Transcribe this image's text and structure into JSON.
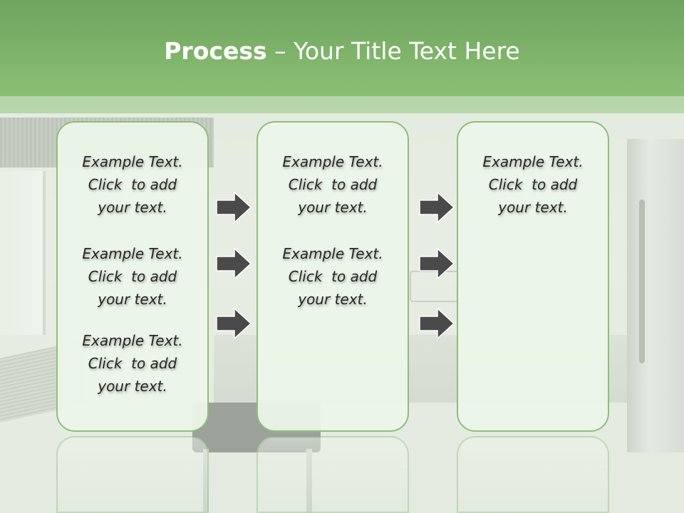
{
  "title": {
    "bold": "Process",
    "rest": " – Your Title Text Here"
  },
  "columns": [
    {
      "blocks": [
        {
          "lines": [
            "Example Text.",
            "Click  to add",
            "your text."
          ]
        },
        {
          "lines": [
            "Example Text.",
            "Click  to add",
            "your text."
          ]
        },
        {
          "lines": [
            "Example Text.",
            "Click  to add",
            "your text."
          ]
        }
      ]
    },
    {
      "blocks": [
        {
          "lines": [
            "Example Text.",
            "Click  to add",
            "your text."
          ]
        },
        {
          "lines": [
            "Example Text.",
            "Click  to add",
            "your text."
          ]
        }
      ]
    },
    {
      "blocks": [
        {
          "lines": [
            "Example Text.",
            "Click  to add",
            "your text."
          ]
        }
      ]
    }
  ],
  "colors": {
    "title_band": "#7cb266",
    "box_border": "#8dbf7a",
    "arrow_fill": "#4a4a4a"
  },
  "icons": [
    "arrow-right-icon"
  ]
}
